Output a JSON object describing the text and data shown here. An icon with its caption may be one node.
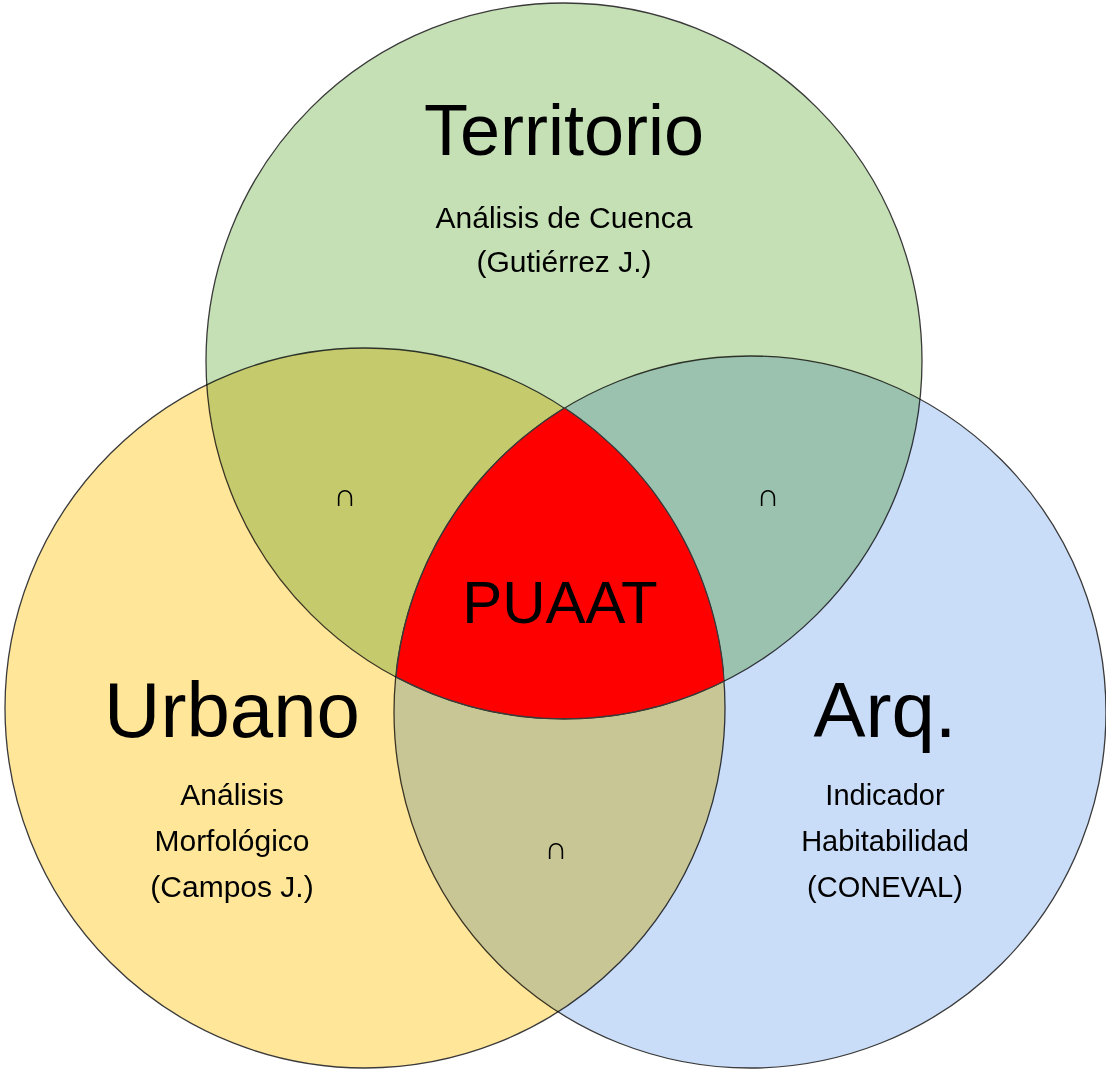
{
  "diagram": {
    "nodes": [
      {
        "text": [
          "Territorio",
          "Análisis de Cuenca (Gutiérrez J.)"
        ]
      },
      {
        "text": [
          "Urbano",
          "Análisis Morfológico (Campos J.)"
        ]
      },
      {
        "text": [
          "Arq.",
          "Indicador Habitabilidad (CONEVAL)"
        ]
      },
      {
        "text": [
          "PUAAT"
        ]
      }
    ],
    "edges": [],
    "labels": [
      "∩",
      "∩",
      "∩"
    ]
  }
}
